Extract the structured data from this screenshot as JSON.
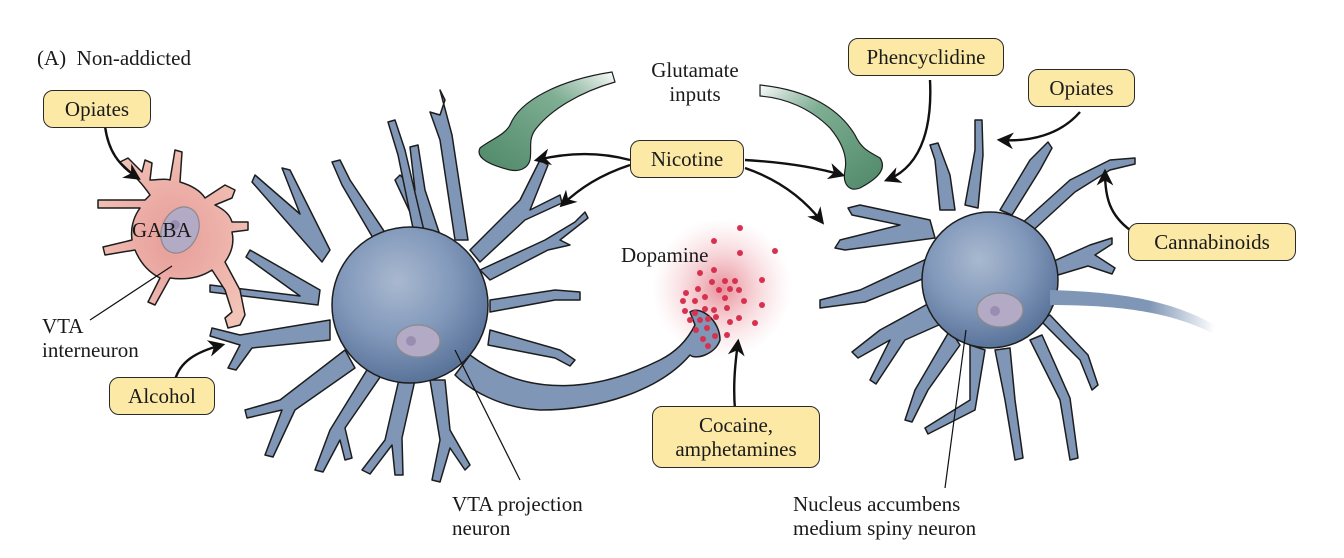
{
  "panel": {
    "label": "(A)",
    "title": "Non-addicted"
  },
  "colors": {
    "drug_box_fill": "#fbe9a5",
    "neuron_blue": "#7f96b6",
    "neuron_body": "#6a84aa",
    "interneuron_pink": "#eebcb0",
    "glutamate_green": "#5e9577",
    "dopamine_red": "#d8314f",
    "nucleus": "#b3aac6"
  },
  "drugs": {
    "opiates_left": "Opiates",
    "alcohol": "Alcohol",
    "nicotine": "Nicotine",
    "phencyclidine": "Phencyclidine",
    "opiates_right": "Opiates",
    "cannabinoids": "Cannabinoids",
    "cocaine_line1": "Cocaine,",
    "cocaine_line2": "amphetamines"
  },
  "labels": {
    "gaba": "GABA",
    "vta_interneuron_line1": "VTA",
    "vta_interneuron_line2": "interneuron",
    "glutamate_line1": "Glutamate",
    "glutamate_line2": "inputs",
    "dopamine": "Dopamine",
    "vta_projection_line1": "VTA projection",
    "vta_projection_line2": "neuron",
    "nac_line1": "Nucleus accumbens",
    "nac_line2": "medium spiny neuron"
  }
}
